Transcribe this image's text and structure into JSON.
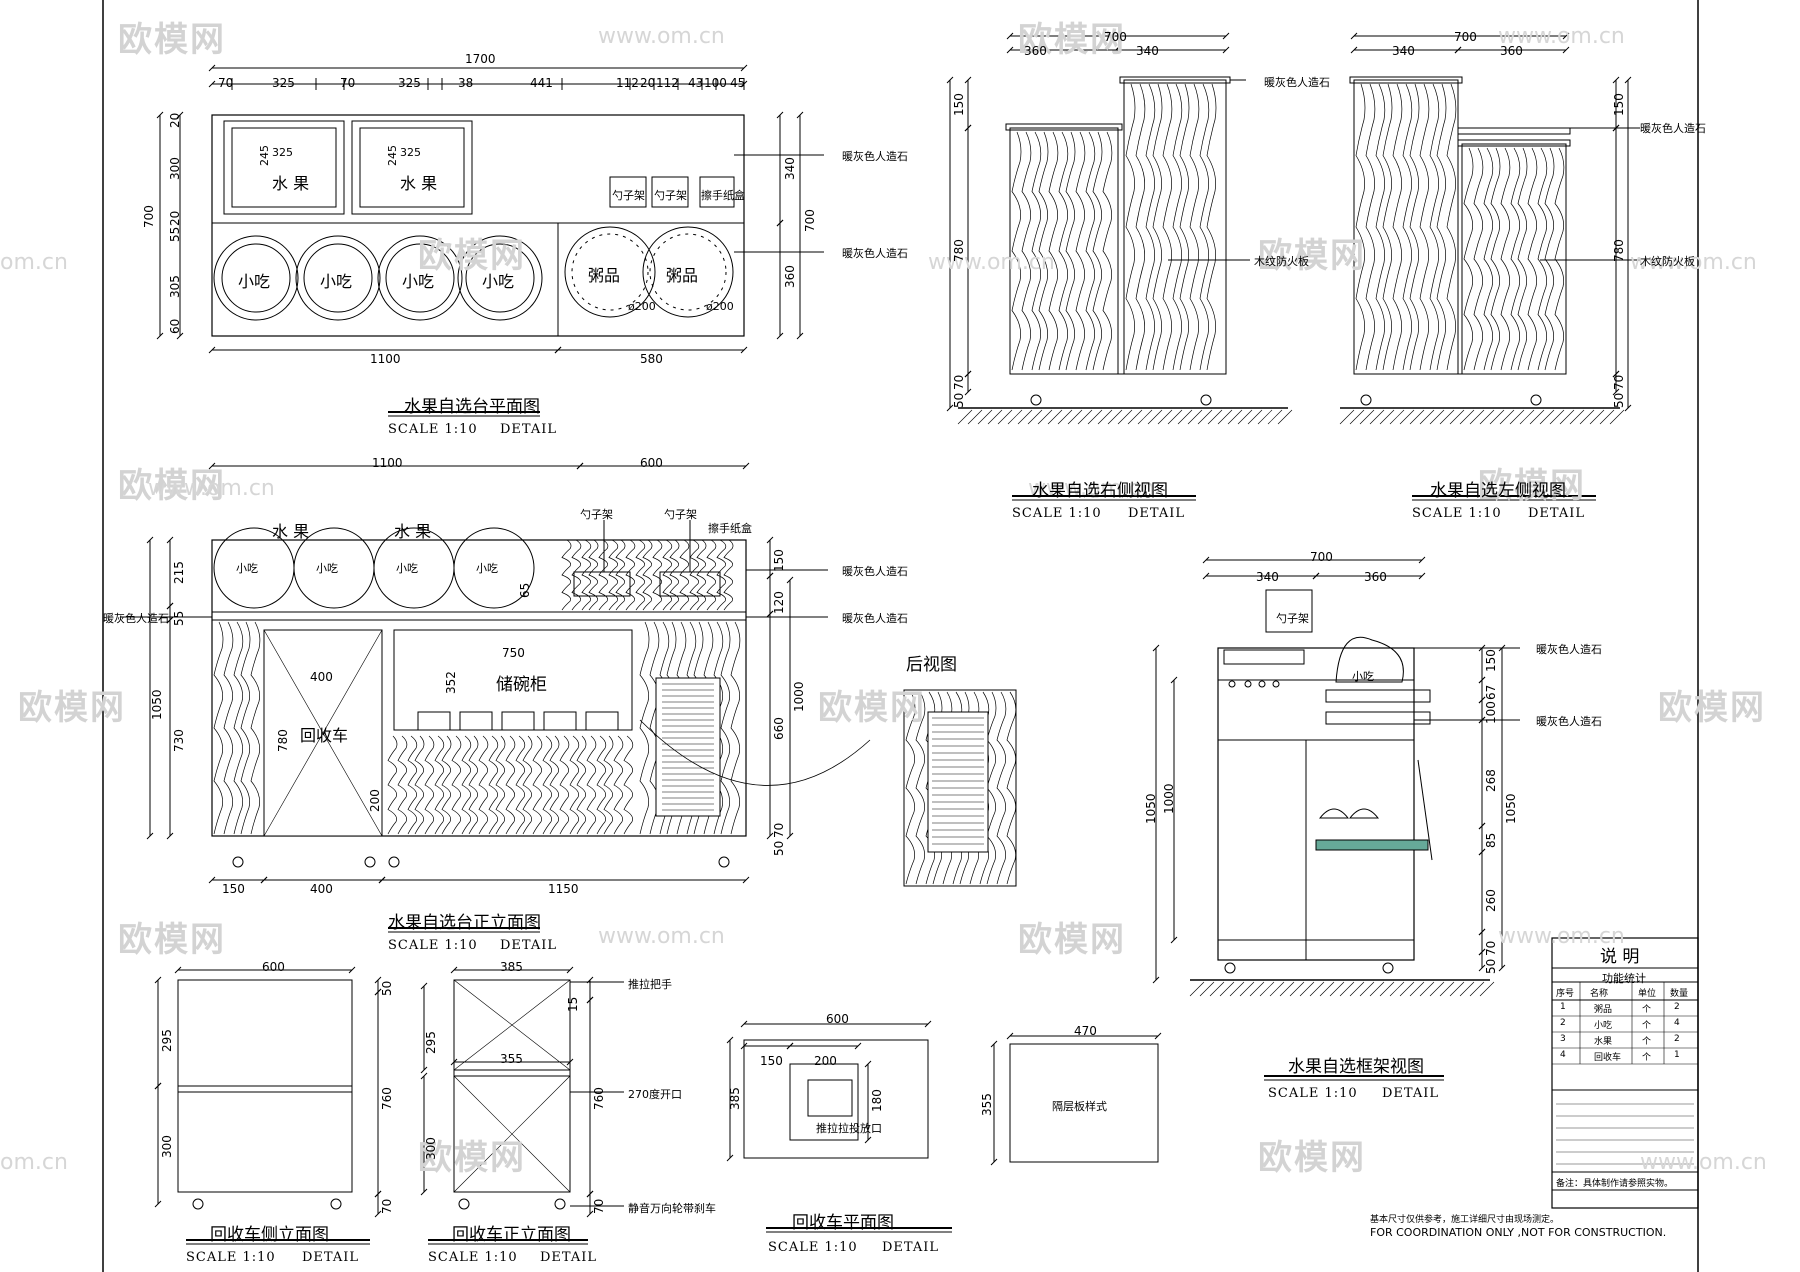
{
  "watermark": {
    "brand": "欧模网",
    "url": "www.om.cn",
    "url_short": "om.cn"
  },
  "views": {
    "plan": {
      "title": "水果自选台平面图",
      "scale": "SCALE 1:10",
      "detail": "DETAIL",
      "dims_top": [
        "1700",
        "70",
        "325",
        "70",
        "325",
        "38",
        "441",
        "112",
        "20",
        "112",
        "43",
        "100",
        "45"
      ],
      "dims_left": [
        "700",
        "20",
        "300",
        "20",
        "55",
        "305",
        "60"
      ],
      "dims_right": [
        "340",
        "360",
        "700"
      ],
      "dims_bottom": [
        "1100",
        "580"
      ],
      "fruit_label": "水 果",
      "fruit_w": "325",
      "fruit_h": "245",
      "snack": "小吃",
      "porridge": "粥品",
      "dia": "ø200",
      "spoon": "勺子架",
      "tissue": "擦手纸盒",
      "stone": "暖灰色人造石"
    },
    "right_side": {
      "title": "水果自选右侧视图",
      "scale": "SCALE 1:10",
      "detail": "DETAIL",
      "dims": [
        "700",
        "360",
        "340",
        "150",
        "780",
        "70",
        "50"
      ],
      "stone": "暖灰色人造石",
      "wood": "木纹防火板"
    },
    "left_side": {
      "title": "水果自选左侧视图",
      "scale": "SCALE 1:10",
      "detail": "DETAIL",
      "dims": [
        "700",
        "340",
        "360",
        "150",
        "780",
        "70",
        "50"
      ],
      "stone": "暖灰色人造石",
      "wood": "木纹防火板"
    },
    "front": {
      "title": "水果自选台正立面图",
      "scale": "SCALE 1:10",
      "detail": "DETAIL",
      "dims_top": [
        "1100",
        "600"
      ],
      "dims_left": [
        "215",
        "55",
        "1050",
        "730"
      ],
      "dims_right": [
        "150",
        "120",
        "1000",
        "660",
        "50",
        "70"
      ],
      "dims_bottom": [
        "150",
        "400",
        "1150"
      ],
      "inner": [
        "400",
        "750",
        "352",
        "780",
        "200",
        "65"
      ],
      "fruit": "水 果",
      "snack": "小吃",
      "cabinet": "储碗柜",
      "cart": "回收车",
      "spoon": "勺子架",
      "tissue": "擦手纸盒",
      "stone": "暖灰色人造石"
    },
    "back": {
      "title": "后视图"
    },
    "frame": {
      "title": "水果自选框架视图",
      "scale": "SCALE 1:10",
      "detail": "DETAIL",
      "dims": [
        "700",
        "340",
        "360",
        "1050",
        "1000",
        "150",
        "67",
        "100",
        "268",
        "85",
        "260",
        "70",
        "50",
        "1050"
      ],
      "spoon": "勺子架",
      "snack": "小吃",
      "stone": "暖灰色人造石"
    },
    "cart_side": {
      "title": "回收车侧立面图",
      "scale": "SCALE 1:10",
      "detail": "DETAIL",
      "dims": [
        "600",
        "295",
        "300",
        "50",
        "760",
        "70"
      ]
    },
    "cart_front": {
      "title": "回收车正立面图",
      "scale": "SCALE 1:10",
      "detail": "DETAIL",
      "dims": [
        "385",
        "15",
        "295",
        "355",
        "300",
        "760",
        "70"
      ],
      "notes": [
        "推拉把手",
        "270度开口",
        "静音万向轮带刹车"
      ]
    },
    "cart_plan": {
      "title": "回收车平面图",
      "scale": "SCALE 1:10",
      "detail": "DETAIL",
      "dims": [
        "600",
        "150",
        "200",
        "385",
        "180"
      ],
      "note": "推拉拉投放口"
    },
    "panel": {
      "dims": [
        "470",
        "355"
      ],
      "note": "隔层板样式"
    }
  },
  "legend": {
    "title": "说 明",
    "subtitle": "功能统计",
    "headers": [
      "序号",
      "名称",
      "单位",
      "数量"
    ],
    "rows": [
      [
        "1",
        "粥品",
        "个",
        "2"
      ],
      [
        "2",
        "小吃",
        "个",
        "4"
      ],
      [
        "3",
        "水果",
        "个",
        "2"
      ],
      [
        "4",
        "回收车",
        "个",
        "1"
      ]
    ],
    "note": "备注：具体制作请参照实物。"
  },
  "footer": {
    "line1": "基本尺寸仅供参考，施工详细尺寸由现场测定。",
    "line2": "FOR COORDINATION ONLY ,NOT FOR CONSTRUCTION."
  }
}
